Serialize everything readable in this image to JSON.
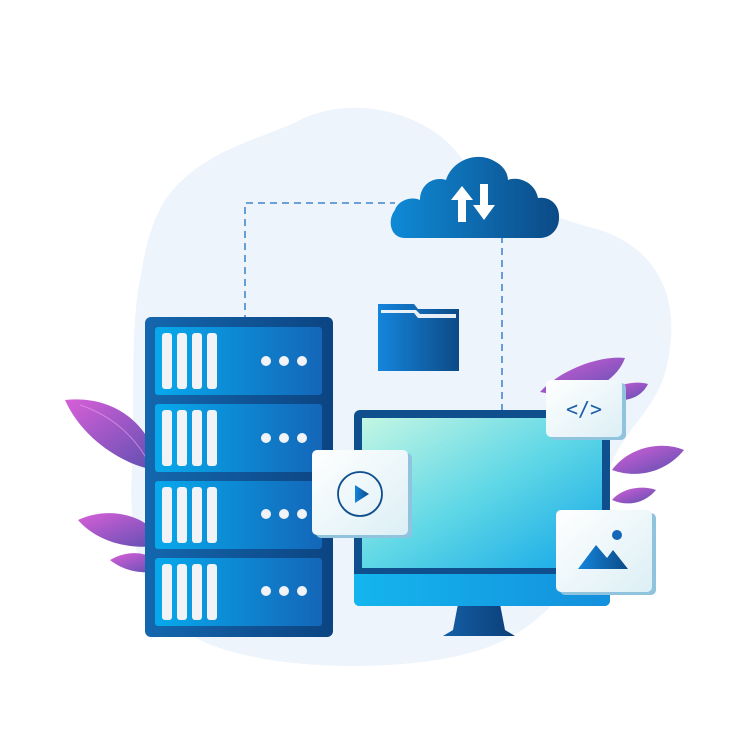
{
  "illustration": {
    "subject": "cloud hosting / data storage",
    "elements": {
      "cloud": {
        "icon": "upload-download-arrows-icon"
      },
      "server": {
        "units": 4,
        "dots_per_unit": 3,
        "bars_per_unit": 4
      },
      "folder": {
        "icon": "folder-icon"
      },
      "monitor": {
        "icon": "monitor-icon"
      },
      "code_card": {
        "text": "</>"
      },
      "video_card": {
        "icon": "play-icon"
      },
      "image_card": {
        "icon": "image-icon"
      }
    },
    "colors": {
      "background": "#ffffff",
      "blob": "#eef4fc",
      "primary_dark": "#0c4a86",
      "primary": "#1171c9",
      "primary_light": "#0fb4ec",
      "screen_top": "#b9f5e4",
      "leaf_pink": "#d35ed6",
      "leaf_purple": "#6a4fb3",
      "card": "#f2f8fb",
      "dashed_line": "#1e6fc2"
    }
  }
}
